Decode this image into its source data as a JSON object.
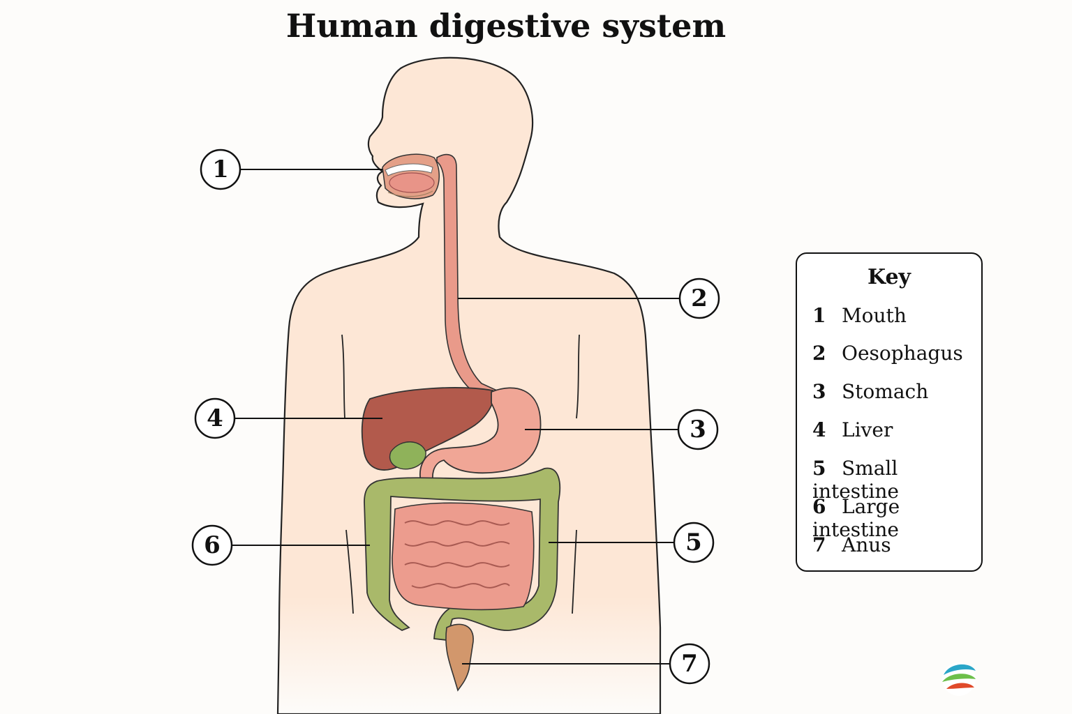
{
  "title": "Human digestive system",
  "key": {
    "heading": "Key",
    "items": [
      {
        "num": "1",
        "label": "Mouth"
      },
      {
        "num": "2",
        "label": "Oesophagus"
      },
      {
        "num": "3",
        "label": "Stomach"
      },
      {
        "num": "4",
        "label": "Liver"
      },
      {
        "num": "5",
        "label": "Small intestine"
      },
      {
        "num": "6",
        "label": "Large intestine"
      },
      {
        "num": "7",
        "label": "Anus"
      }
    ]
  },
  "callouts": [
    "1",
    "2",
    "3",
    "4",
    "5",
    "6",
    "7"
  ],
  "colors": {
    "skin": "#fde7d6",
    "oesophagus": "#e99a8a",
    "stomach": "#f0a696",
    "liver": "#b25a4c",
    "gallbladder": "#8fb25a",
    "small_intestine": "#ec9c8e",
    "large_intestine": "#a9b96a",
    "outline": "#111111"
  }
}
